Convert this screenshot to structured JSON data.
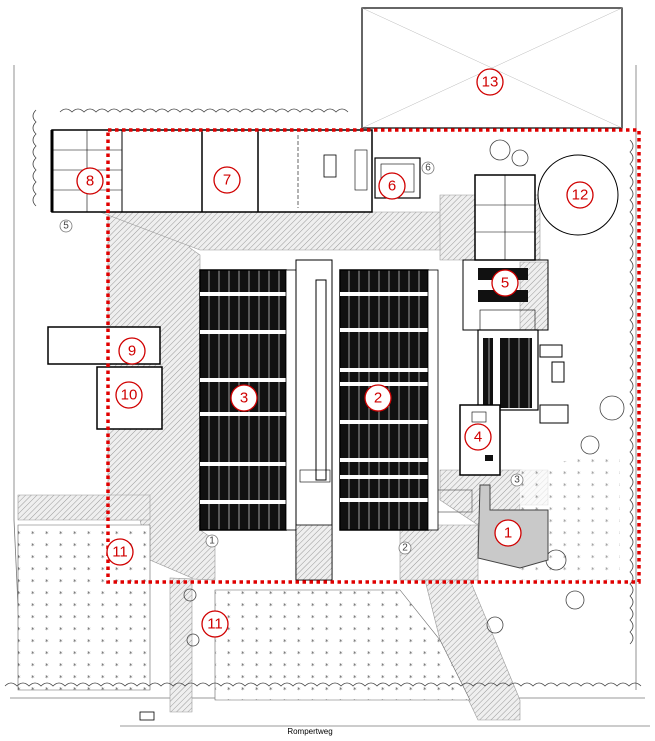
{
  "title": "",
  "road_name": "Rompertweg",
  "callouts": [
    {
      "id": "1"
    },
    {
      "id": "2"
    },
    {
      "id": "3"
    },
    {
      "id": "4"
    },
    {
      "id": "5"
    },
    {
      "id": "6"
    },
    {
      "id": "7"
    },
    {
      "id": "8"
    },
    {
      "id": "9"
    },
    {
      "id": "10"
    },
    {
      "id": "11a",
      "label": "11"
    },
    {
      "id": "11b",
      "label": "11"
    },
    {
      "id": "12"
    },
    {
      "id": "13"
    }
  ],
  "markers": [
    "1",
    "2",
    "3",
    "5",
    "6"
  ],
  "colors": {
    "callout": "#d00000",
    "boundary": "#e00000",
    "hatch": "#8a8a8a",
    "building_fill": "#111111",
    "grass_dot": "#333333"
  }
}
